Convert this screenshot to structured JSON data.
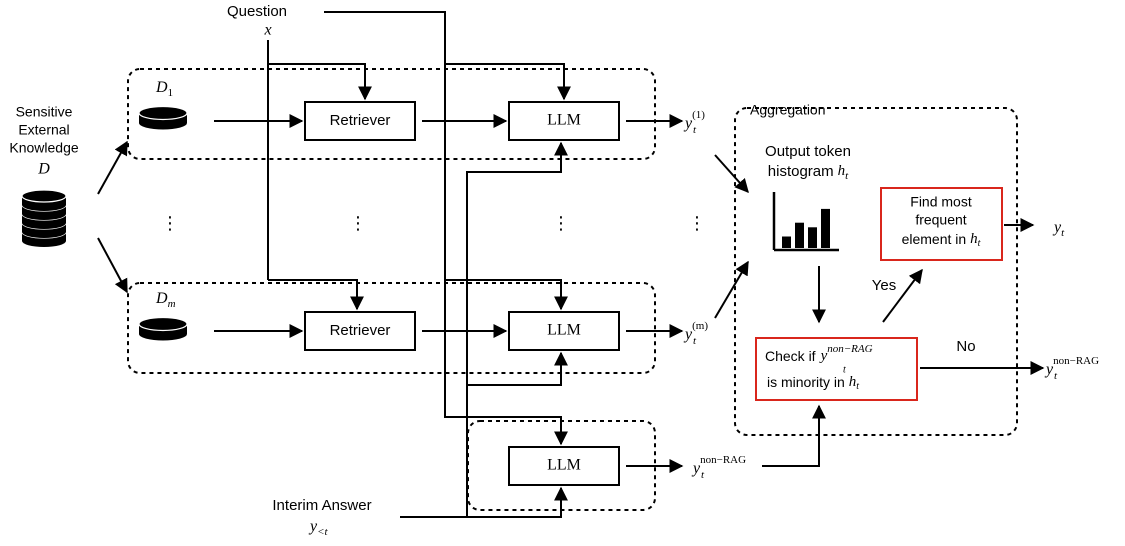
{
  "question": {
    "label": "Question",
    "var": "x"
  },
  "knowledge": {
    "line1": "Sensitive",
    "line2": "External",
    "line3": "Knowledge",
    "var": "D"
  },
  "partitions": {
    "first": {
      "base": "D",
      "sub": "1"
    },
    "last": {
      "base": "D",
      "sub": "m"
    }
  },
  "retriever_label": "Retriever",
  "llm_label": "LLM",
  "ellipsis": "⋮",
  "outputs": {
    "y1": {
      "base": "y",
      "sub": "t",
      "sup": "(1)"
    },
    "ym": {
      "base": "y",
      "sub": "t",
      "sup": "(m)"
    },
    "nonrag": {
      "base": "y",
      "sub": "t",
      "sup": "non−RAG"
    },
    "final": {
      "base": "y",
      "sub": "t"
    },
    "final_nonrag": {
      "base": "y",
      "sub": "t",
      "sup": "non−RAG"
    }
  },
  "aggregation": {
    "title": "Aggregation",
    "histogram_line1": "Output token",
    "histogram_line2": "histogram",
    "hist_var": {
      "base": "h",
      "sub": "t"
    },
    "histogram_bars": [
      0.25,
      0.55,
      0.45,
      0.85
    ],
    "find_line1": "Find most",
    "find_line2": "frequent",
    "find_line3": "element in",
    "check_line1": "Check if",
    "check_line2": "is minority in",
    "yes": "Yes",
    "no": "No"
  },
  "interim": {
    "label": "Interim Answer",
    "base": "y",
    "sub": "<t"
  },
  "colors": {
    "highlight_box": "#d9261c",
    "stroke": "#000000"
  }
}
